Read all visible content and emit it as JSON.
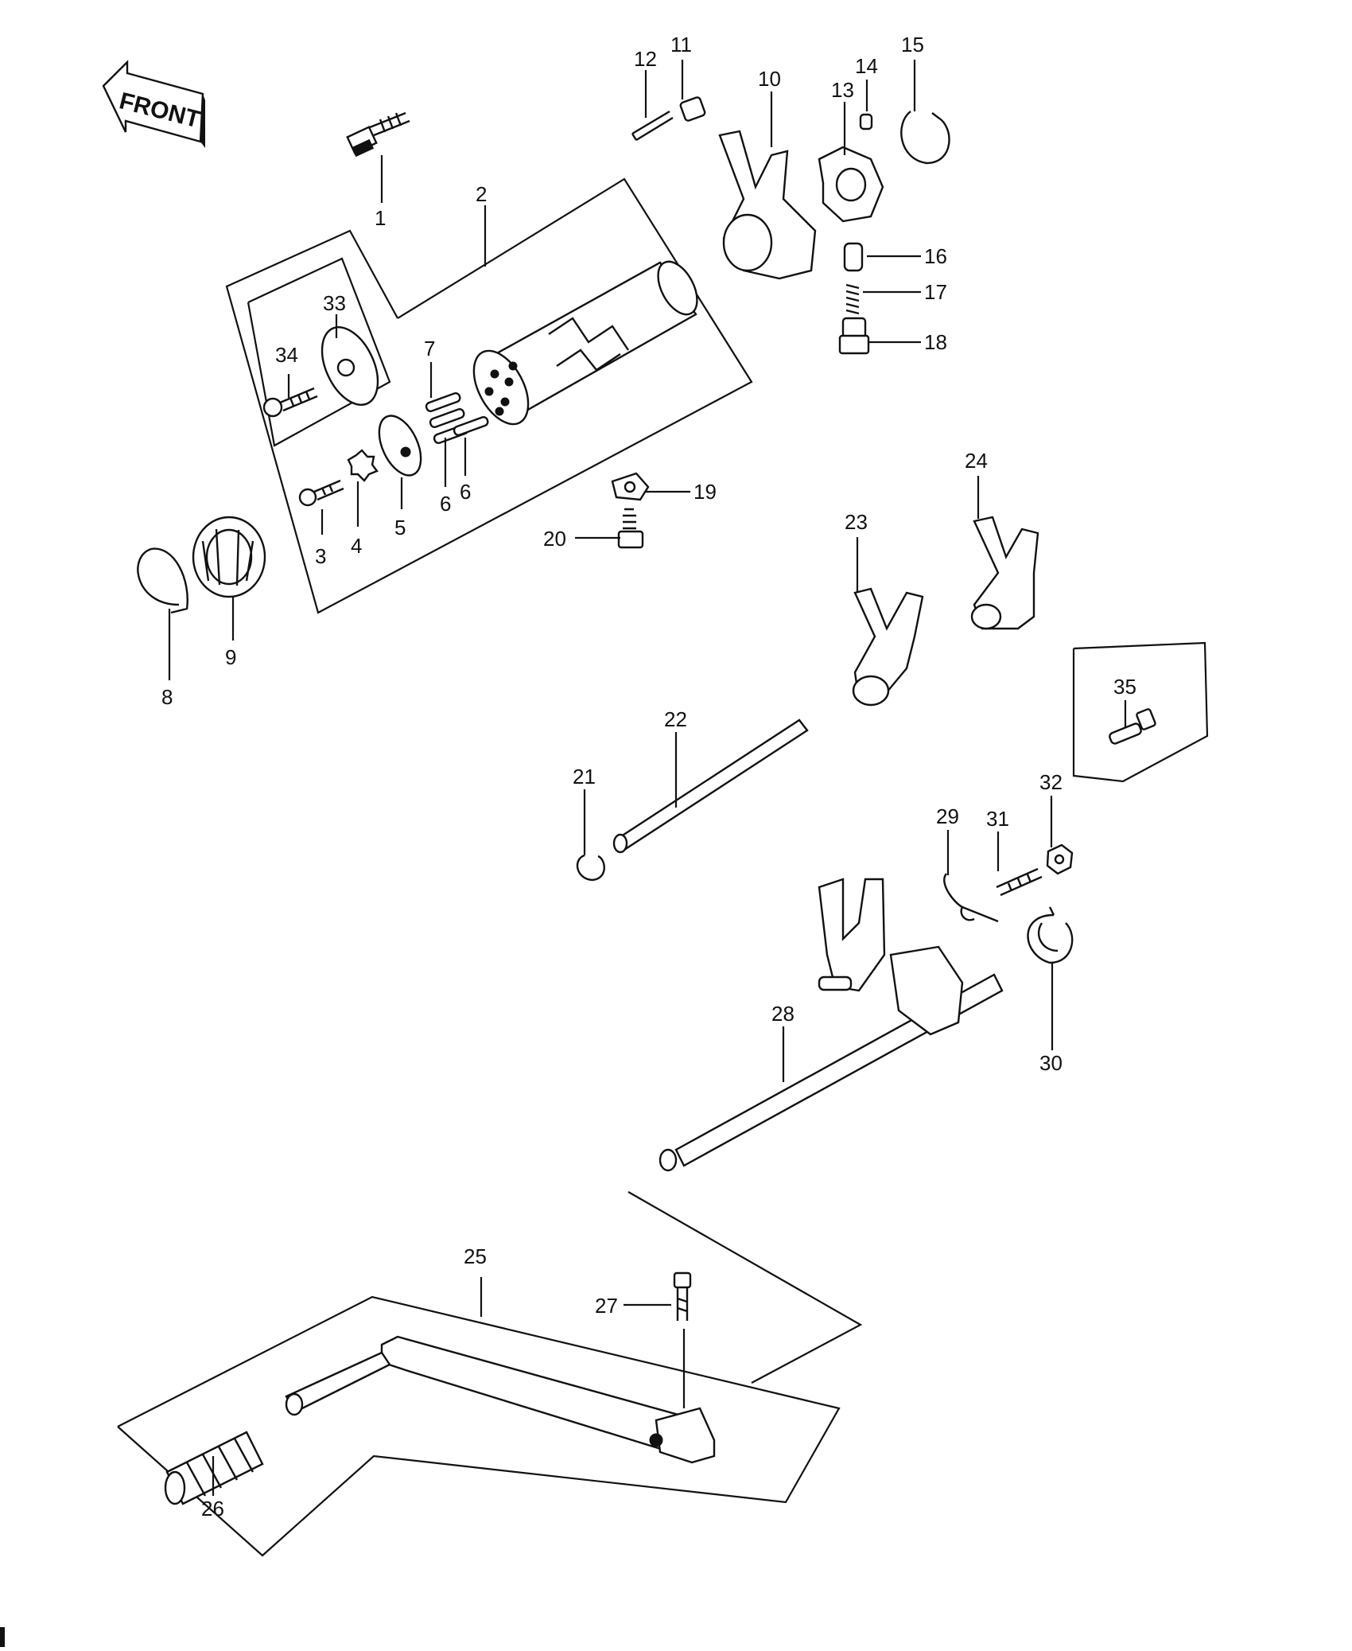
{
  "diagram": {
    "front_arrow_label": "FRONT",
    "callouts": [
      {
        "id": "c1",
        "label": "1"
      },
      {
        "id": "c2",
        "label": "2"
      },
      {
        "id": "c3",
        "label": "3"
      },
      {
        "id": "c4",
        "label": "4"
      },
      {
        "id": "c5",
        "label": "5"
      },
      {
        "id": "c6a",
        "label": "6"
      },
      {
        "id": "c6b",
        "label": "6"
      },
      {
        "id": "c7",
        "label": "7"
      },
      {
        "id": "c8",
        "label": "8"
      },
      {
        "id": "c9",
        "label": "9"
      },
      {
        "id": "c10",
        "label": "10"
      },
      {
        "id": "c11",
        "label": "11"
      },
      {
        "id": "c12",
        "label": "12"
      },
      {
        "id": "c13",
        "label": "13"
      },
      {
        "id": "c14",
        "label": "14"
      },
      {
        "id": "c15",
        "label": "15"
      },
      {
        "id": "c16",
        "label": "16"
      },
      {
        "id": "c17",
        "label": "17"
      },
      {
        "id": "c18",
        "label": "18"
      },
      {
        "id": "c19",
        "label": "19"
      },
      {
        "id": "c20",
        "label": "20"
      },
      {
        "id": "c21",
        "label": "21"
      },
      {
        "id": "c22",
        "label": "22"
      },
      {
        "id": "c23",
        "label": "23"
      },
      {
        "id": "c24",
        "label": "24"
      },
      {
        "id": "c25",
        "label": "25"
      },
      {
        "id": "c26",
        "label": "26"
      },
      {
        "id": "c27",
        "label": "27"
      },
      {
        "id": "c28",
        "label": "28"
      },
      {
        "id": "c29",
        "label": "29"
      },
      {
        "id": "c30",
        "label": "30"
      },
      {
        "id": "c31",
        "label": "31"
      },
      {
        "id": "c32",
        "label": "32"
      },
      {
        "id": "c33",
        "label": "33"
      },
      {
        "id": "c34",
        "label": "34"
      },
      {
        "id": "c35",
        "label": "35"
      }
    ]
  }
}
